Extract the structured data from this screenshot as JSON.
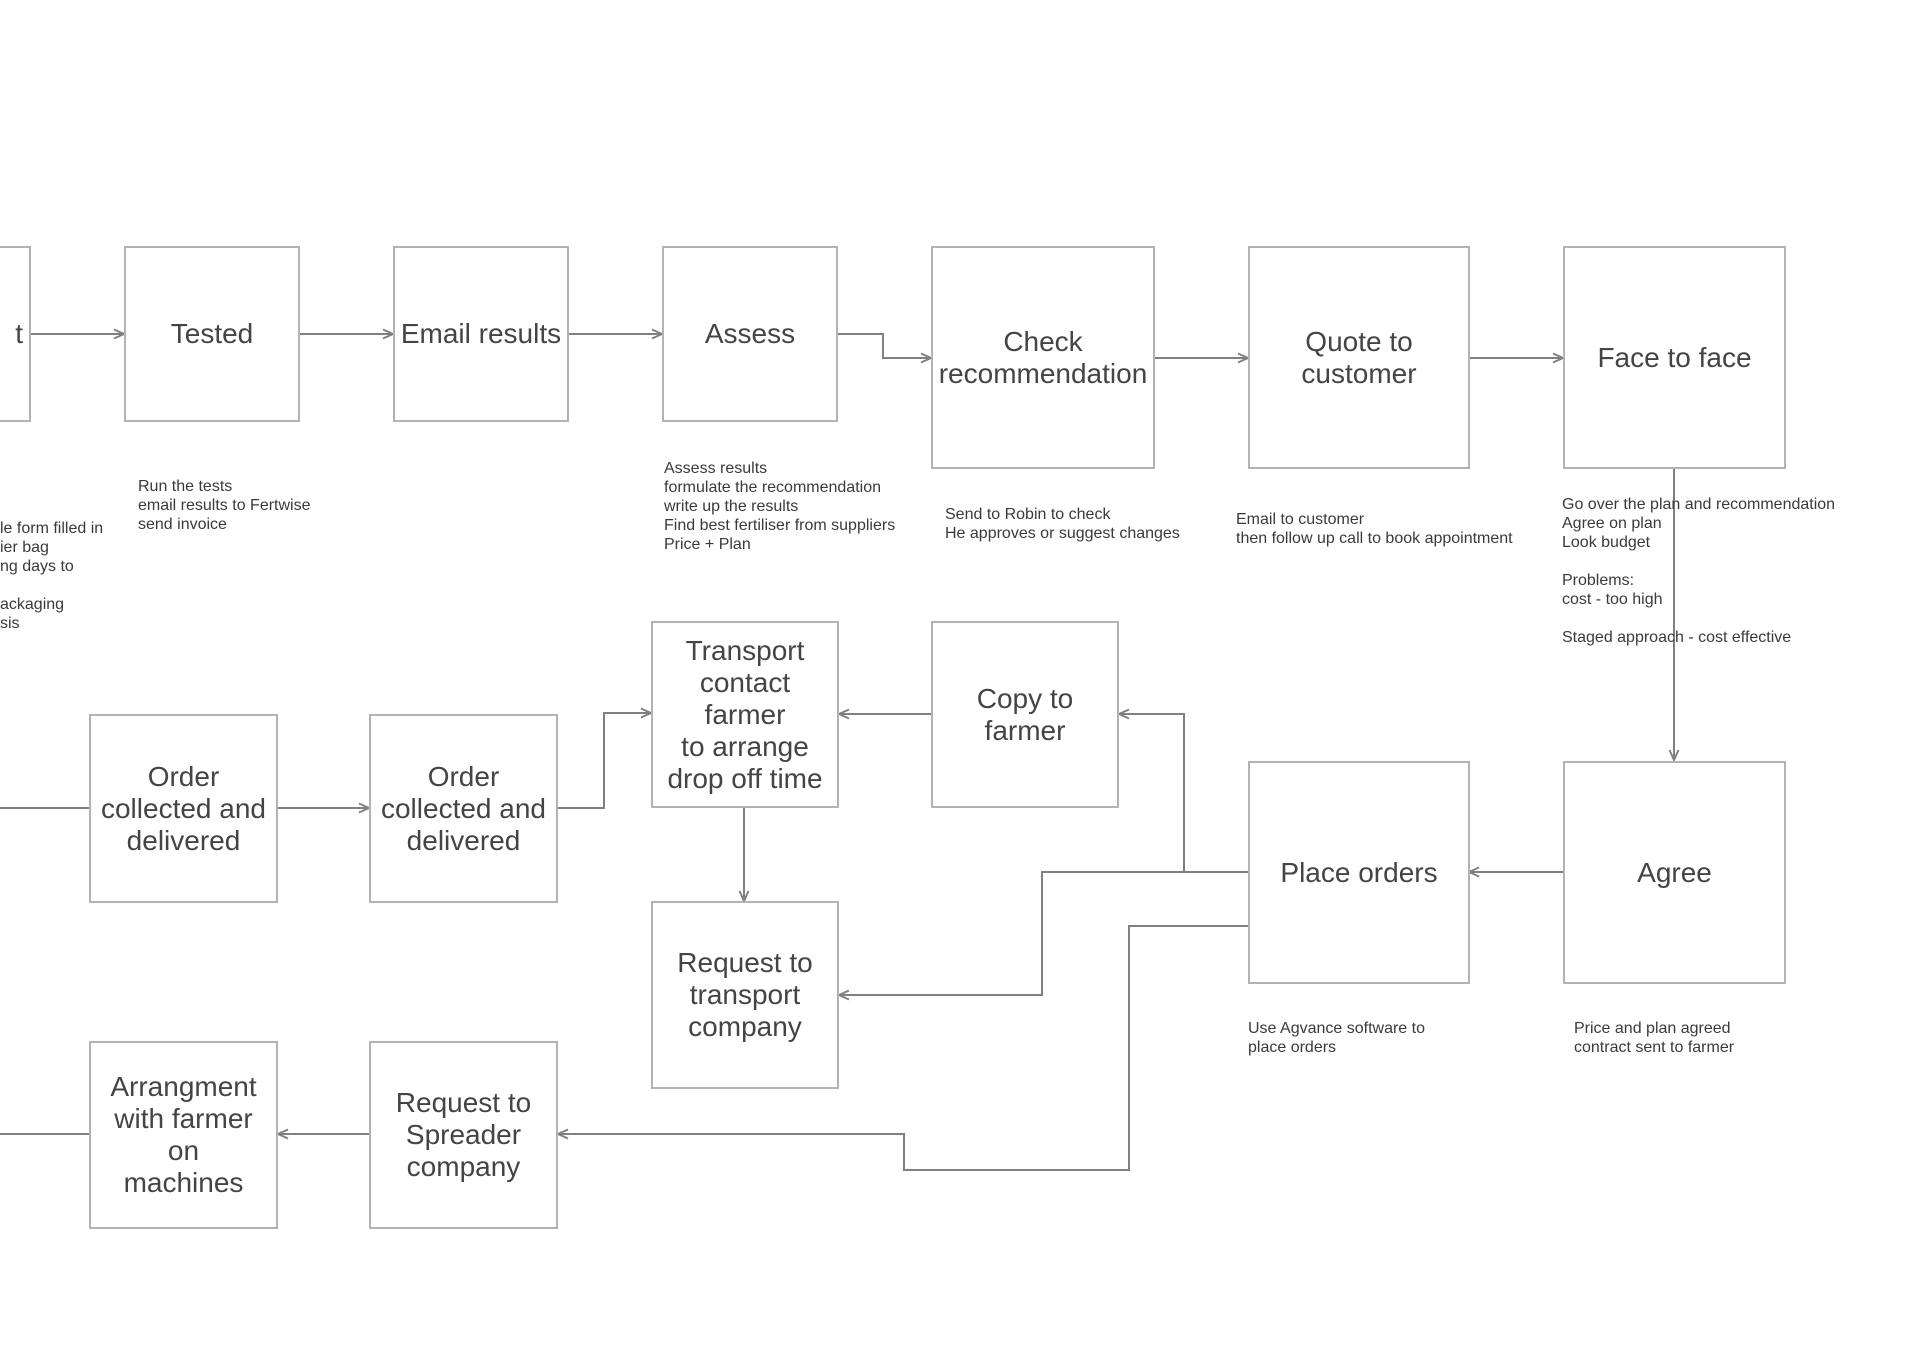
{
  "colors": {
    "line": "#808080",
    "box_border": "#b3b3b3",
    "text": "#444444"
  },
  "nodes": {
    "partial": "t",
    "tested": "Tested",
    "email_results": "Email results",
    "assess": "Assess",
    "check_recommendation": "Check\nrecommendation",
    "quote_to_customer": "Quote to\ncustomer",
    "face_to_face": "Face to face",
    "transport_contact": "Transport\ncontact farmer\nto arrange\ndrop off time",
    "copy_to_farmer": "Copy to\nfarmer",
    "order_collected_1": "Order\ncollected and\ndelivered",
    "order_collected_2": "Order\ncollected and\ndelivered",
    "place_orders": "Place orders",
    "agree": "Agree",
    "request_transport": "Request to\ntransport\ncompany",
    "arrangement": "Arrangment\nwith farmer\non\nmachines",
    "request_spreader": "Request to\nSpreader\ncompany"
  },
  "notes": {
    "partial_left": "le form filled in\nier bag\nng days to\n\nackaging\nsis",
    "tested": "Run the tests\nemail results to Fertwise\nsend invoice",
    "assess": "Assess results\nformulate the recommendation\nwrite up the results\nFind best fertiliser from suppliers\nPrice + Plan",
    "check": "Send to Robin to check\nHe approves or suggest changes",
    "quote": "Email to customer\nthen follow up call to book appointment",
    "face": "Go over the plan and recommendation\nAgree on plan\nLook budget\n\nProblems:\ncost - too high\n\nStaged approach - cost effective",
    "place_orders": "Use Agvance software to\nplace orders",
    "agree": "Price and plan agreed\ncontract sent to farmer"
  }
}
